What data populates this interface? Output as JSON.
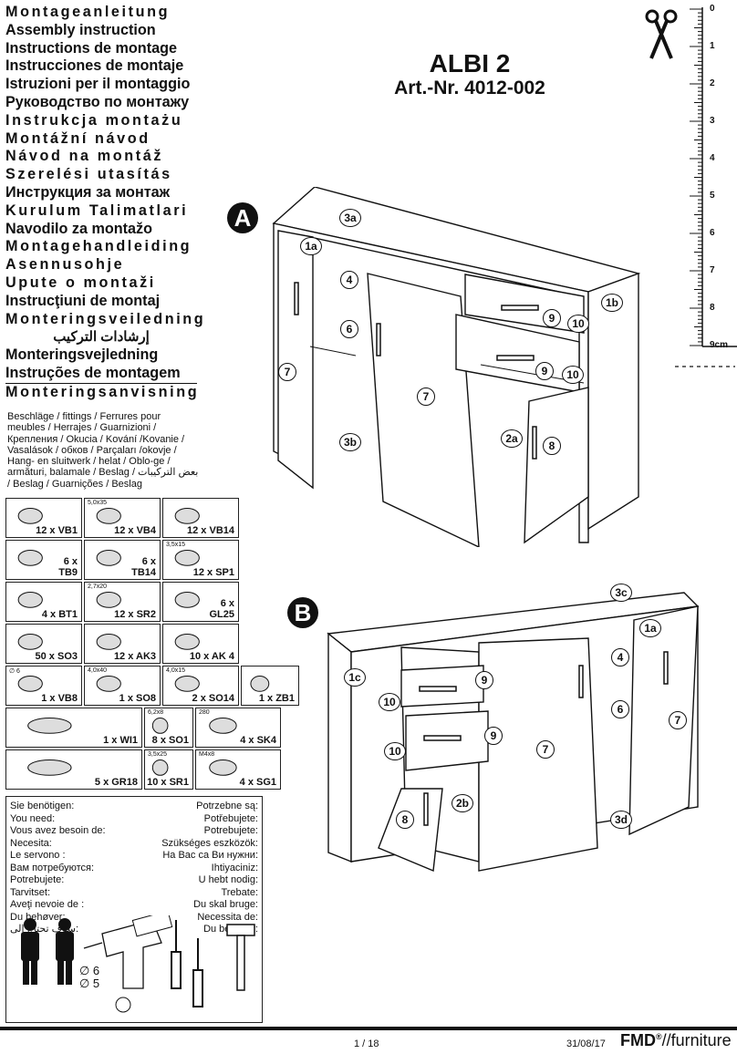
{
  "titles": [
    {
      "text": "Montageanleitung",
      "sp": true
    },
    {
      "text": "Assembly instruction",
      "sp": false
    },
    {
      "text": "Instructions de montage",
      "sp": false
    },
    {
      "text": "Instrucciones de montaje",
      "sp": false
    },
    {
      "text": "Istruzioni per il montaggio",
      "sp": false
    },
    {
      "text": "Руководство по монтажу",
      "sp": false
    },
    {
      "text": "Instrukcja montażu",
      "sp": true
    },
    {
      "text": "Montážní návod",
      "sp": true
    },
    {
      "text": "Návod na montáž",
      "sp": true
    },
    {
      "text": "Szerelési utasítás",
      "sp": true
    },
    {
      "text": "Инструкция за монтаж",
      "sp": false
    },
    {
      "text": "Kurulum Talimatlari",
      "sp": true
    },
    {
      "text": "Navodilo za montažo",
      "sp": false
    },
    {
      "text": "Montagehandleiding",
      "sp": true
    },
    {
      "text": "Asennusohje",
      "sp": true
    },
    {
      "text": "Upute o montaži",
      "sp": true
    },
    {
      "text": "Instrucţiuni de montaj",
      "sp": false
    },
    {
      "text": "Monteringsveiledning",
      "sp": true
    },
    {
      "text": "إرشادات التركيب",
      "sp": false,
      "ar": true
    },
    {
      "text": "Monteringsvejledning",
      "sp": false
    },
    {
      "text": "Instruções de montagem",
      "sp": false
    },
    {
      "text": "Monteringsanvisning",
      "sp": true
    }
  ],
  "fittings_label": "Beschläge / fittings / Ferrures pour meubles / Herrajes / Guarnizioni / Крепления / Okucia / Kování /Kovanie / Vasalások / обков / Parçaları /okovje / Hang- en sluitwerk / helat / Oblo-ge / armături, balamale / Beslag / بعض التركيبات / Beslag / Guarnições / Beslag",
  "product": {
    "name": "ALBI 2",
    "article": "Art.-Nr. 4012-002"
  },
  "ruler": {
    "labels": [
      "0",
      "1",
      "2",
      "3",
      "4",
      "5",
      "6",
      "7",
      "8",
      "9cm"
    ]
  },
  "fittings": [
    {
      "qty": "12 x VB1",
      "size": ""
    },
    {
      "qty": "12 x VB4",
      "size": "5,0x35"
    },
    {
      "qty": "12 x VB14",
      "size": ""
    },
    {
      "qty": "6 x\nTB9",
      "size": ""
    },
    {
      "qty": "6 x\nTB14",
      "size": ""
    },
    {
      "qty": "12 x SP1",
      "size": "3,5x15"
    },
    {
      "qty": "4 x BT1",
      "size": ""
    },
    {
      "qty": "12 x SR2",
      "size": "2,7x20"
    },
    {
      "qty": "6 x\nGL25",
      "size": ""
    },
    {
      "qty": "50 x SO3",
      "size": ""
    },
    {
      "qty": "12 x AK3",
      "size": ""
    },
    {
      "qty": "10 x AK 4",
      "size": ""
    },
    {
      "qty": "1 x VB8",
      "size": "∅ 6"
    },
    {
      "qty": "1 x SO8",
      "size": "4,0x40"
    },
    {
      "qty": "2 x SO14",
      "size": "4,0x15"
    },
    {
      "qty": "1 x ZB1",
      "size": ""
    },
    {
      "qty": "1 x WI1",
      "size": ""
    },
    {
      "qty": "8 x SO1",
      "size": "6,2x8"
    },
    {
      "qty": "4 x SK4",
      "size": "280"
    },
    {
      "qty": "5 x GR18",
      "size": ""
    },
    {
      "qty": "10 x SR1",
      "size": "3,5x25"
    },
    {
      "qty": "4 x SG1",
      "size": "M4x8"
    }
  ],
  "tools": {
    "left": [
      "Sie benötigen:",
      "You need:",
      "Vous avez besoin de:",
      "Necesita:",
      "Le servono :",
      "Вам потребуются:",
      "Potrebujete:",
      "Tarvitset:",
      "Aveţi nevoie de :",
      "Du behøver:",
      "سوف تحتاج إلى:"
    ],
    "right": [
      "Potrzebne są:",
      "Potřebujete:",
      "Potrebujete:",
      "Szükséges eszközök:",
      "На Вас са Ви нужни:",
      "Ihtiyaciniz:",
      "U hebt nodig:",
      "Trebate:",
      "Du skal bruge:",
      "Necessita de:",
      "Du behöver:"
    ],
    "drill_sizes": [
      "∅ 6",
      "∅ 5"
    ]
  },
  "diagram_a": {
    "letter": "A",
    "labels": [
      "3a",
      "1a",
      "4",
      "6",
      "1b",
      "9",
      "10",
      "9",
      "10",
      "7",
      "7",
      "2a",
      "3b",
      "8"
    ]
  },
  "diagram_b": {
    "letter": "B",
    "labels": [
      "3c",
      "1a",
      "1c",
      "4",
      "9",
      "10",
      "6",
      "7",
      "9",
      "10",
      "7",
      "2b",
      "8",
      "3d"
    ]
  },
  "footer": {
    "page": "1 / 18",
    "date": "31/08/17",
    "brand": "FMD",
    "brand_sup": "®",
    "brand_rest": "//furniture"
  }
}
